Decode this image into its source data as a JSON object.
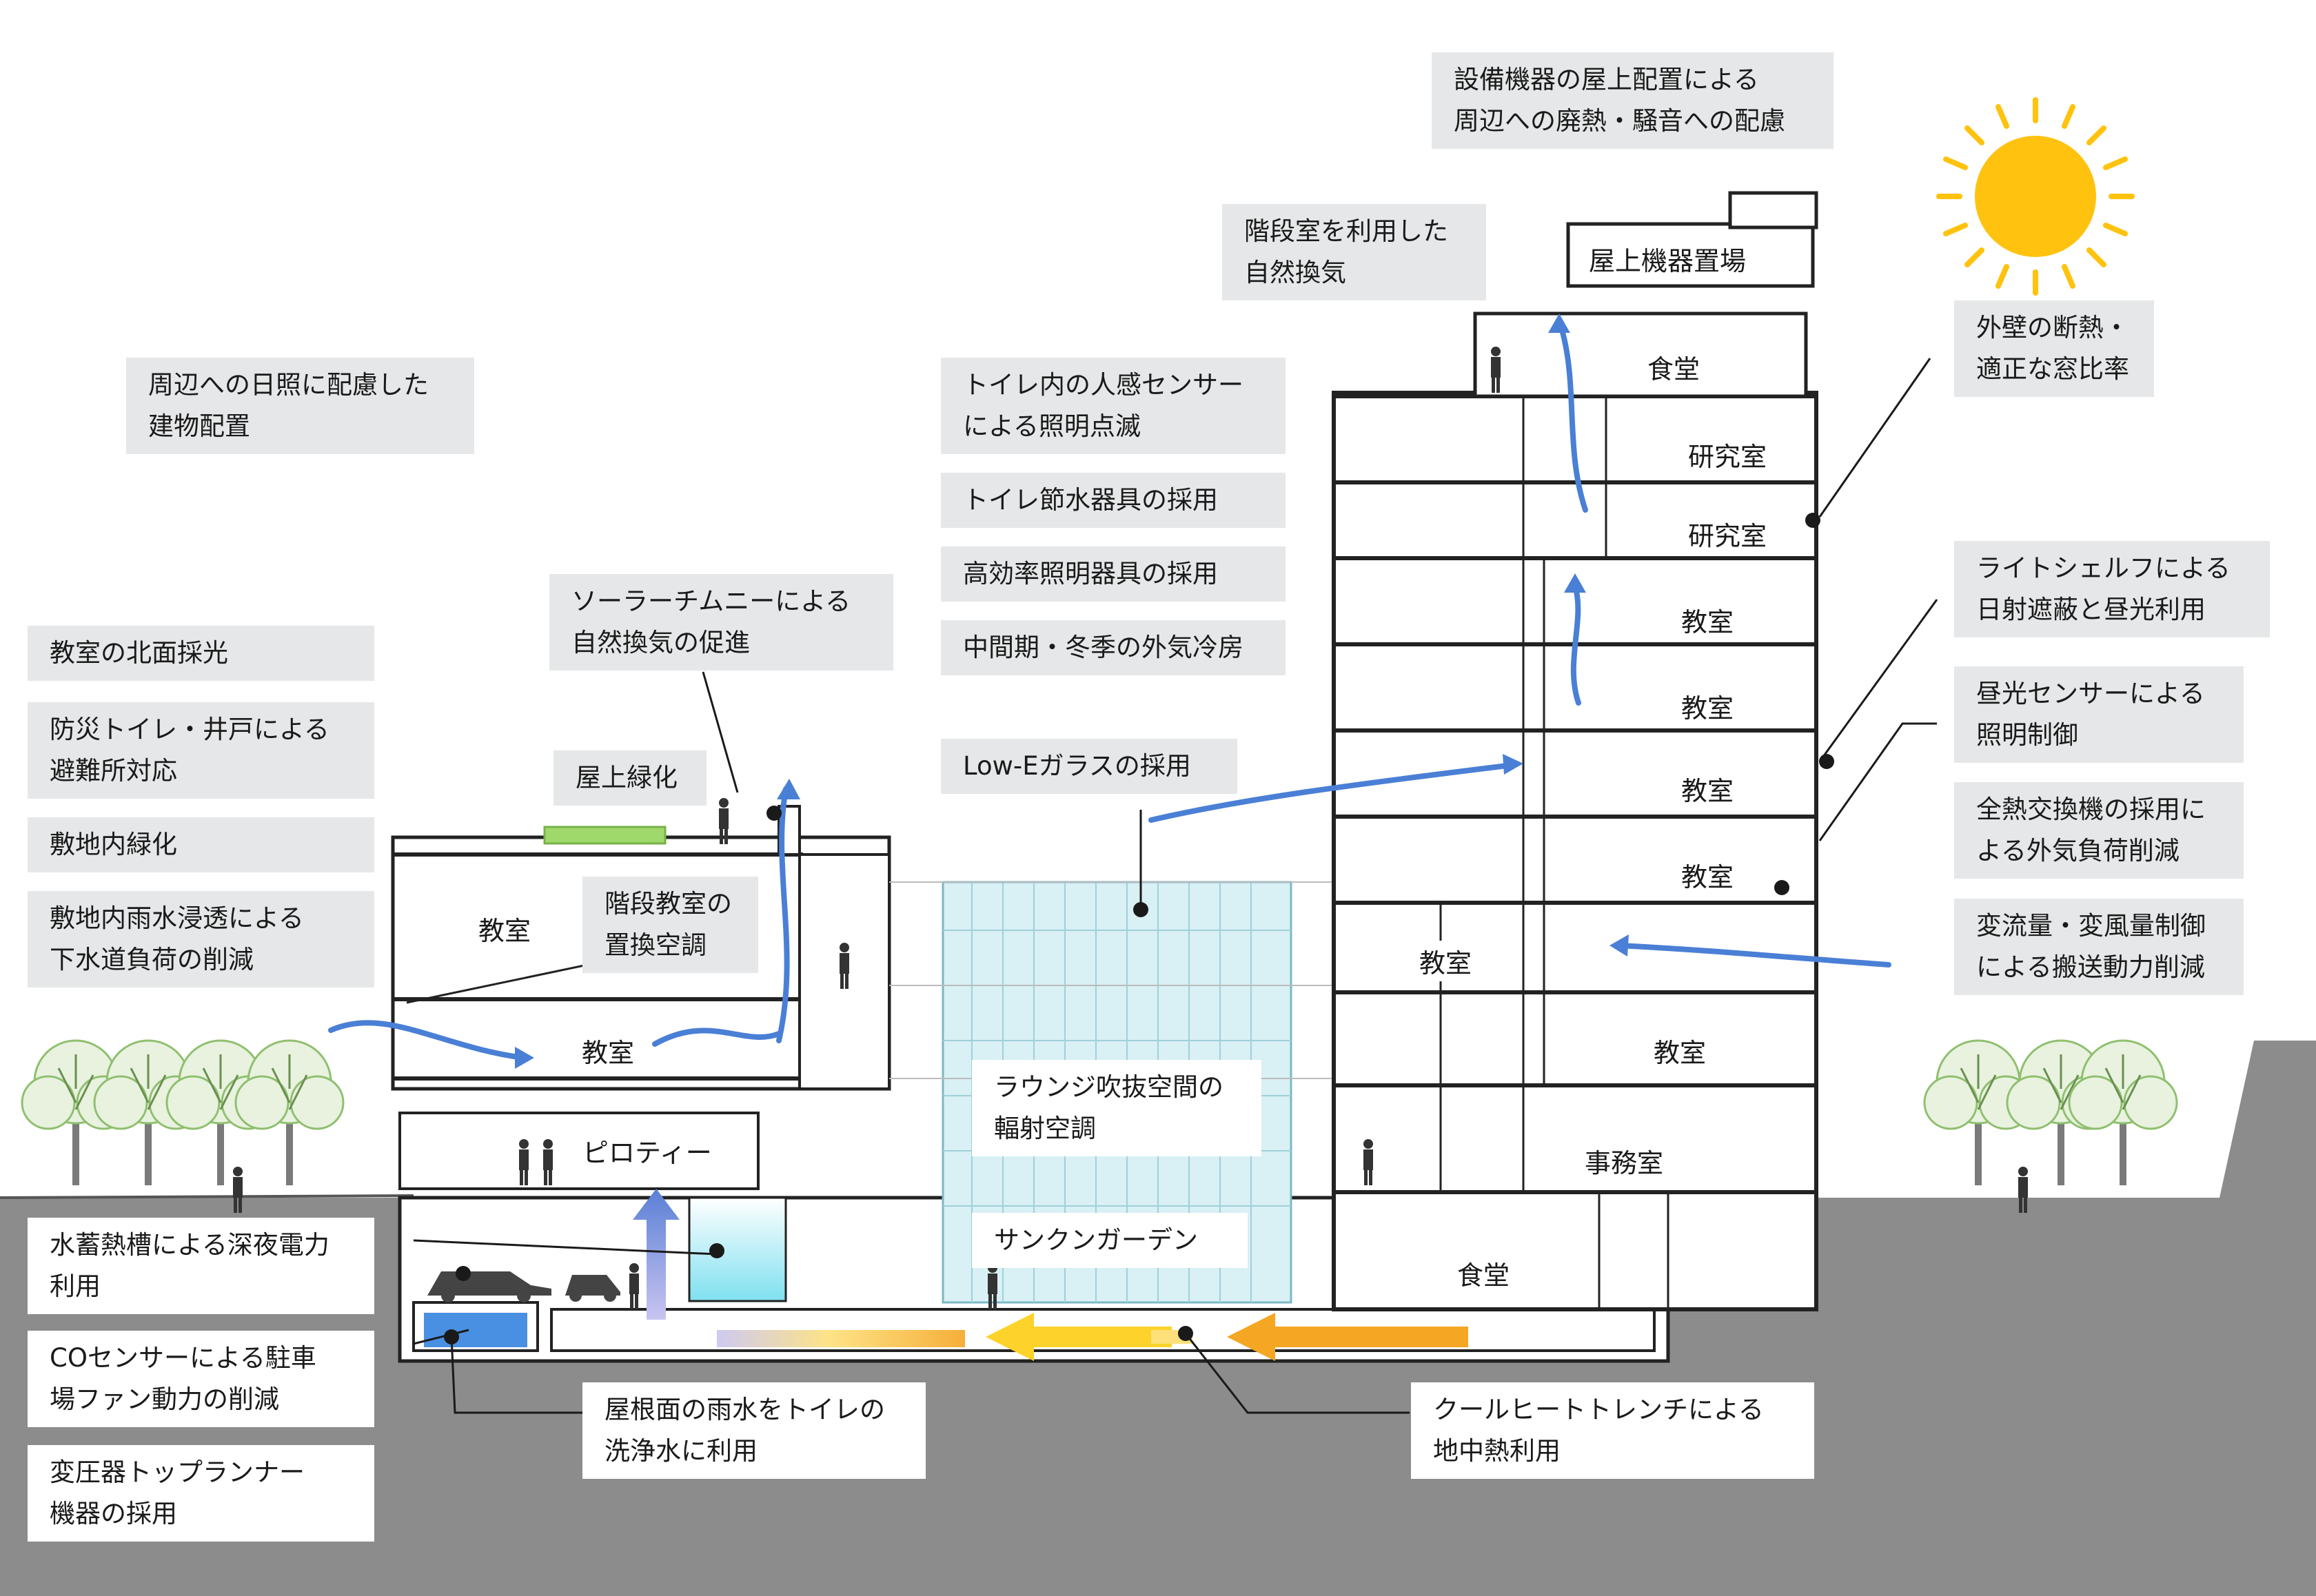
{
  "callouts": {
    "rooftop_equipment": "設備機器の屋上配置による\n周辺への廃熱・騒音への配慮",
    "stair_ventilation": "階段室を利用した\n自然換気",
    "sunlight_layout": "周辺への日照に配慮した\n建物配置",
    "toilet_sensor": "トイレ内の人感センサー\nによる照明点滅",
    "water_saving": "トイレ節水器具の採用",
    "efficient_lighting": "高効率照明器具の採用",
    "outdoor_cooling": "中間期・冬季の外気冷房",
    "low_e_glass": "Low-Eガラスの採用",
    "solar_chimney": "ソーラーチムニーによる\n自然換気の促進",
    "rooftop_greening": "屋上緑化",
    "north_light": "教室の北面採光",
    "disaster_toilet": "防災トイレ・井戸による\n避難所対応",
    "site_greening": "敷地内緑化",
    "rainwater_infiltration": "敷地内雨水浸透による\n下水道負荷の削減",
    "stepped_classroom": "階段教室の\n置換空調",
    "lounge_radiant": "ラウンジ吹抜空間の\n輻射空調",
    "sunken_garden": "サンクンガーデン",
    "wall_insulation": "外壁の断熱・\n適正な窓比率",
    "light_shelf": "ライトシェルフによる\n日射遮蔽と昼光利用",
    "daylight_sensor": "昼光センサーによる\n照明制御",
    "heat_exchanger": "全熱交換機の採用に\nよる外気負荷削減",
    "variable_flow": "変流量・変風量制御\nによる搬送動力削減",
    "thermal_storage": "水蓄熱槽による深夜電力\n利用",
    "co_sensor": "COセンサーによる駐車\n場ファン動力の削減",
    "transformer": "変圧器トップランナー\n機器の採用",
    "rainwater_reuse": "屋根面の雨水をトイレの\n洗浄水に利用",
    "cool_heat_trench": "クールヒートトレンチによる\n地中熱利用"
  },
  "rooms": {
    "rooftop_equipment_area": "屋上機器置場",
    "cafeteria_top": "食堂",
    "lab_1": "研究室",
    "lab_2": "研究室",
    "classroom_r1": "教室",
    "classroom_r2": "教室",
    "classroom_r3": "教室",
    "classroom_r4": "教室",
    "classroom_r5": "教室",
    "classroom_r6": "教室",
    "office": "事務室",
    "cafeteria_basement": "食堂",
    "classroom_l1": "教室",
    "classroom_l2": "教室",
    "piloti": "ピロティー"
  },
  "colors": {
    "callout_bg": "#e6e7e8",
    "ground": "#8c8c8c",
    "airflow": "#4a7fd6",
    "sun": "#ffc20e",
    "green_roof": "#9fd86b",
    "glass": "#d9f0f4",
    "water": "#4a90e2",
    "trench_warm": "#f5a623"
  },
  "icons": {
    "sun": "sun-icon",
    "tree": "tree-icon",
    "person": "person-icon",
    "car": "car-icon",
    "airflow": "airflow-arrow-icon"
  }
}
